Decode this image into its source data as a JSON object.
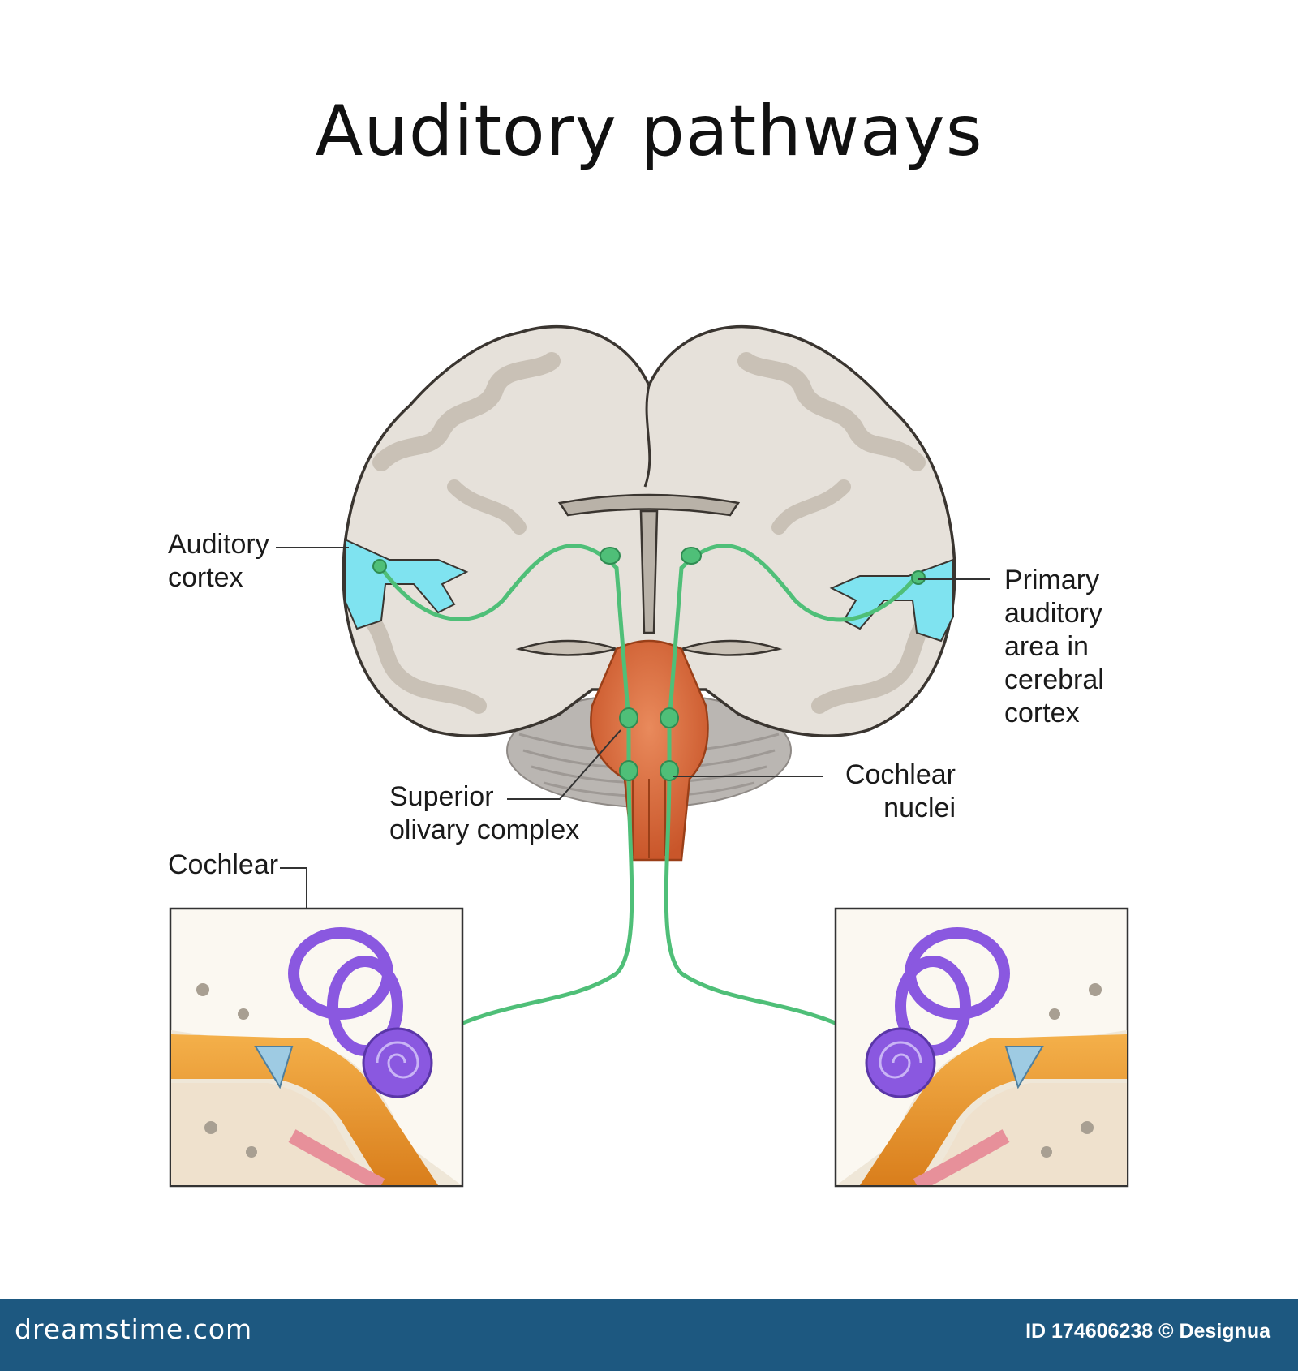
{
  "title": "Auditory pathways",
  "labels": {
    "auditory_cortex": "Auditory\ncortex",
    "primary_auditory_area": "Primary\nauditory\narea in\ncerebral\ncortex",
    "superior_olivary_complex": "Superior\nolivary complex",
    "cochlear_nuclei": "Cochlear\nnuclei",
    "cochlear": "Cochlear"
  },
  "footer": {
    "brand": "dreamstime.com",
    "stock_id": "ID 174606238 © Designua"
  },
  "colors": {
    "brain_fill": "#e6e1da",
    "brain_outline": "#3a3530",
    "gyri_fill": "#c9c1b6",
    "auditory_area": "#7fe3f0",
    "pathway": "#4fbf78",
    "brainstem": "#d9683a",
    "cerebellum": "#b5b1ad",
    "cochlea": "#8a58e0",
    "ear_canal": "#e0902a",
    "footer_bg": "#1d5880"
  }
}
